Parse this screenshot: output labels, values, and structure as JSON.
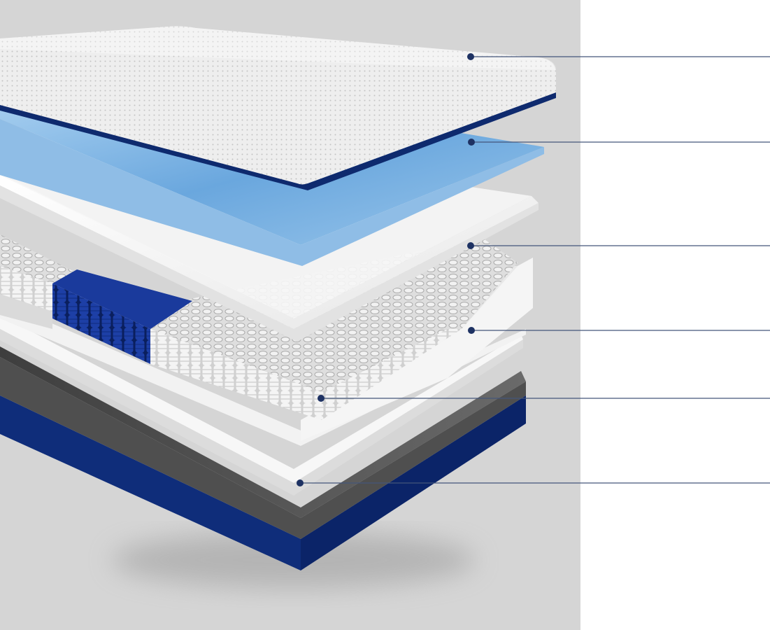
{
  "colors": {
    "panel_background": "#d5d5d5",
    "page_background": "#ffffff",
    "brand_navy": "#0e2a6e",
    "leader_line": "#44567a",
    "marker": "#1e3263",
    "cool_foam": "#8fc0e6",
    "white_foam": "#f4f4f4",
    "coil_shadow": "#c8c8c8",
    "base_interior": "#5b5b5b"
  },
  "layers": [
    {
      "name": "cover-layer",
      "color": "#ececec"
    },
    {
      "name": "cooling-foam-layer",
      "color": "#8fc0e6"
    },
    {
      "name": "comfort-foam-layer",
      "color": "#f4f4f4"
    },
    {
      "name": "foam-encasement-layer",
      "color": "#f6f6f6"
    },
    {
      "name": "pocket-coil-layer",
      "color": "#e2e2e2"
    },
    {
      "name": "base-foam-layer",
      "color": "#f3f3f3"
    }
  ],
  "callouts_count_note": ""
}
